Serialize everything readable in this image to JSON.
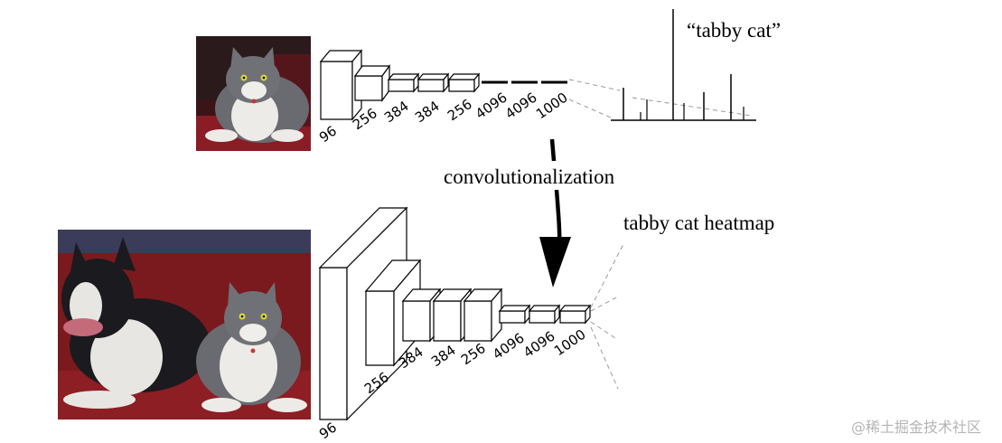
{
  "top_network": {
    "output_label": "“tabby cat”",
    "layer_labels": [
      "96",
      "256",
      "384",
      "384",
      "256",
      "4096",
      "4096",
      "1000"
    ]
  },
  "transform_label": "convolutionalization",
  "bottom_network": {
    "output_label": "tabby cat heatmap",
    "layer_labels": [
      "96",
      "256",
      "384",
      "384",
      "256",
      "4096",
      "4096",
      "1000"
    ]
  },
  "watermark": "@稀土掘金技术社区",
  "colors": {
    "line": "#000000",
    "dashed": "#9a9a9a",
    "watermark": "#b5b5b5",
    "couch": "#7a1a1e",
    "cat_gray": "#6c6d72",
    "cat_white": "#eceae6",
    "dog_black": "#1b1a1e"
  }
}
